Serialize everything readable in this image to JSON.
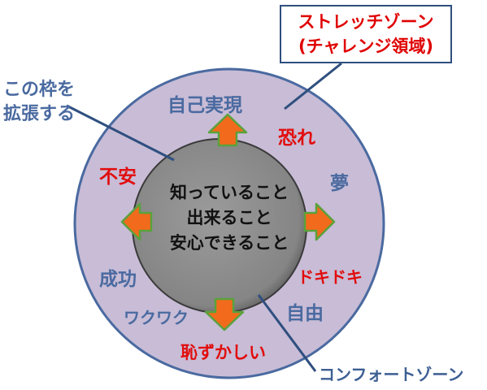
{
  "stretch_zone": {
    "line1": "ストレッチゾーン",
    "line2": "(チャレンジ領域)"
  },
  "expand_note": {
    "line1": "この枠を",
    "line2": "拡張する"
  },
  "comfort_zone": {
    "label": "コンフォートゾーン"
  },
  "center": {
    "line1": "知っていること",
    "line2": "出来ること",
    "line3": "安心できること"
  },
  "ring_words": {
    "self_actualization": "自己実現",
    "fear": "恐れ",
    "dream": "夢",
    "anxiety": "不安",
    "success": "成功",
    "excitement_dokidoki": "ドキドキ",
    "freedom": "自由",
    "excitement_wakuwaku": "ワクワク",
    "embarrassment": "恥ずかしい"
  },
  "colors": {
    "outer_ring": "#c8bcd6",
    "outer_ring_border": "#4a6aa0",
    "inner_circle": "#8c8c8c",
    "inner_border": "#3a3a3a",
    "arrow_fill": "#f26a1b",
    "arrow_stroke": "#5aa23c",
    "text_blue": "#4a6aa0",
    "text_red": "#e10d0d",
    "connector": "#2f4f7f"
  }
}
